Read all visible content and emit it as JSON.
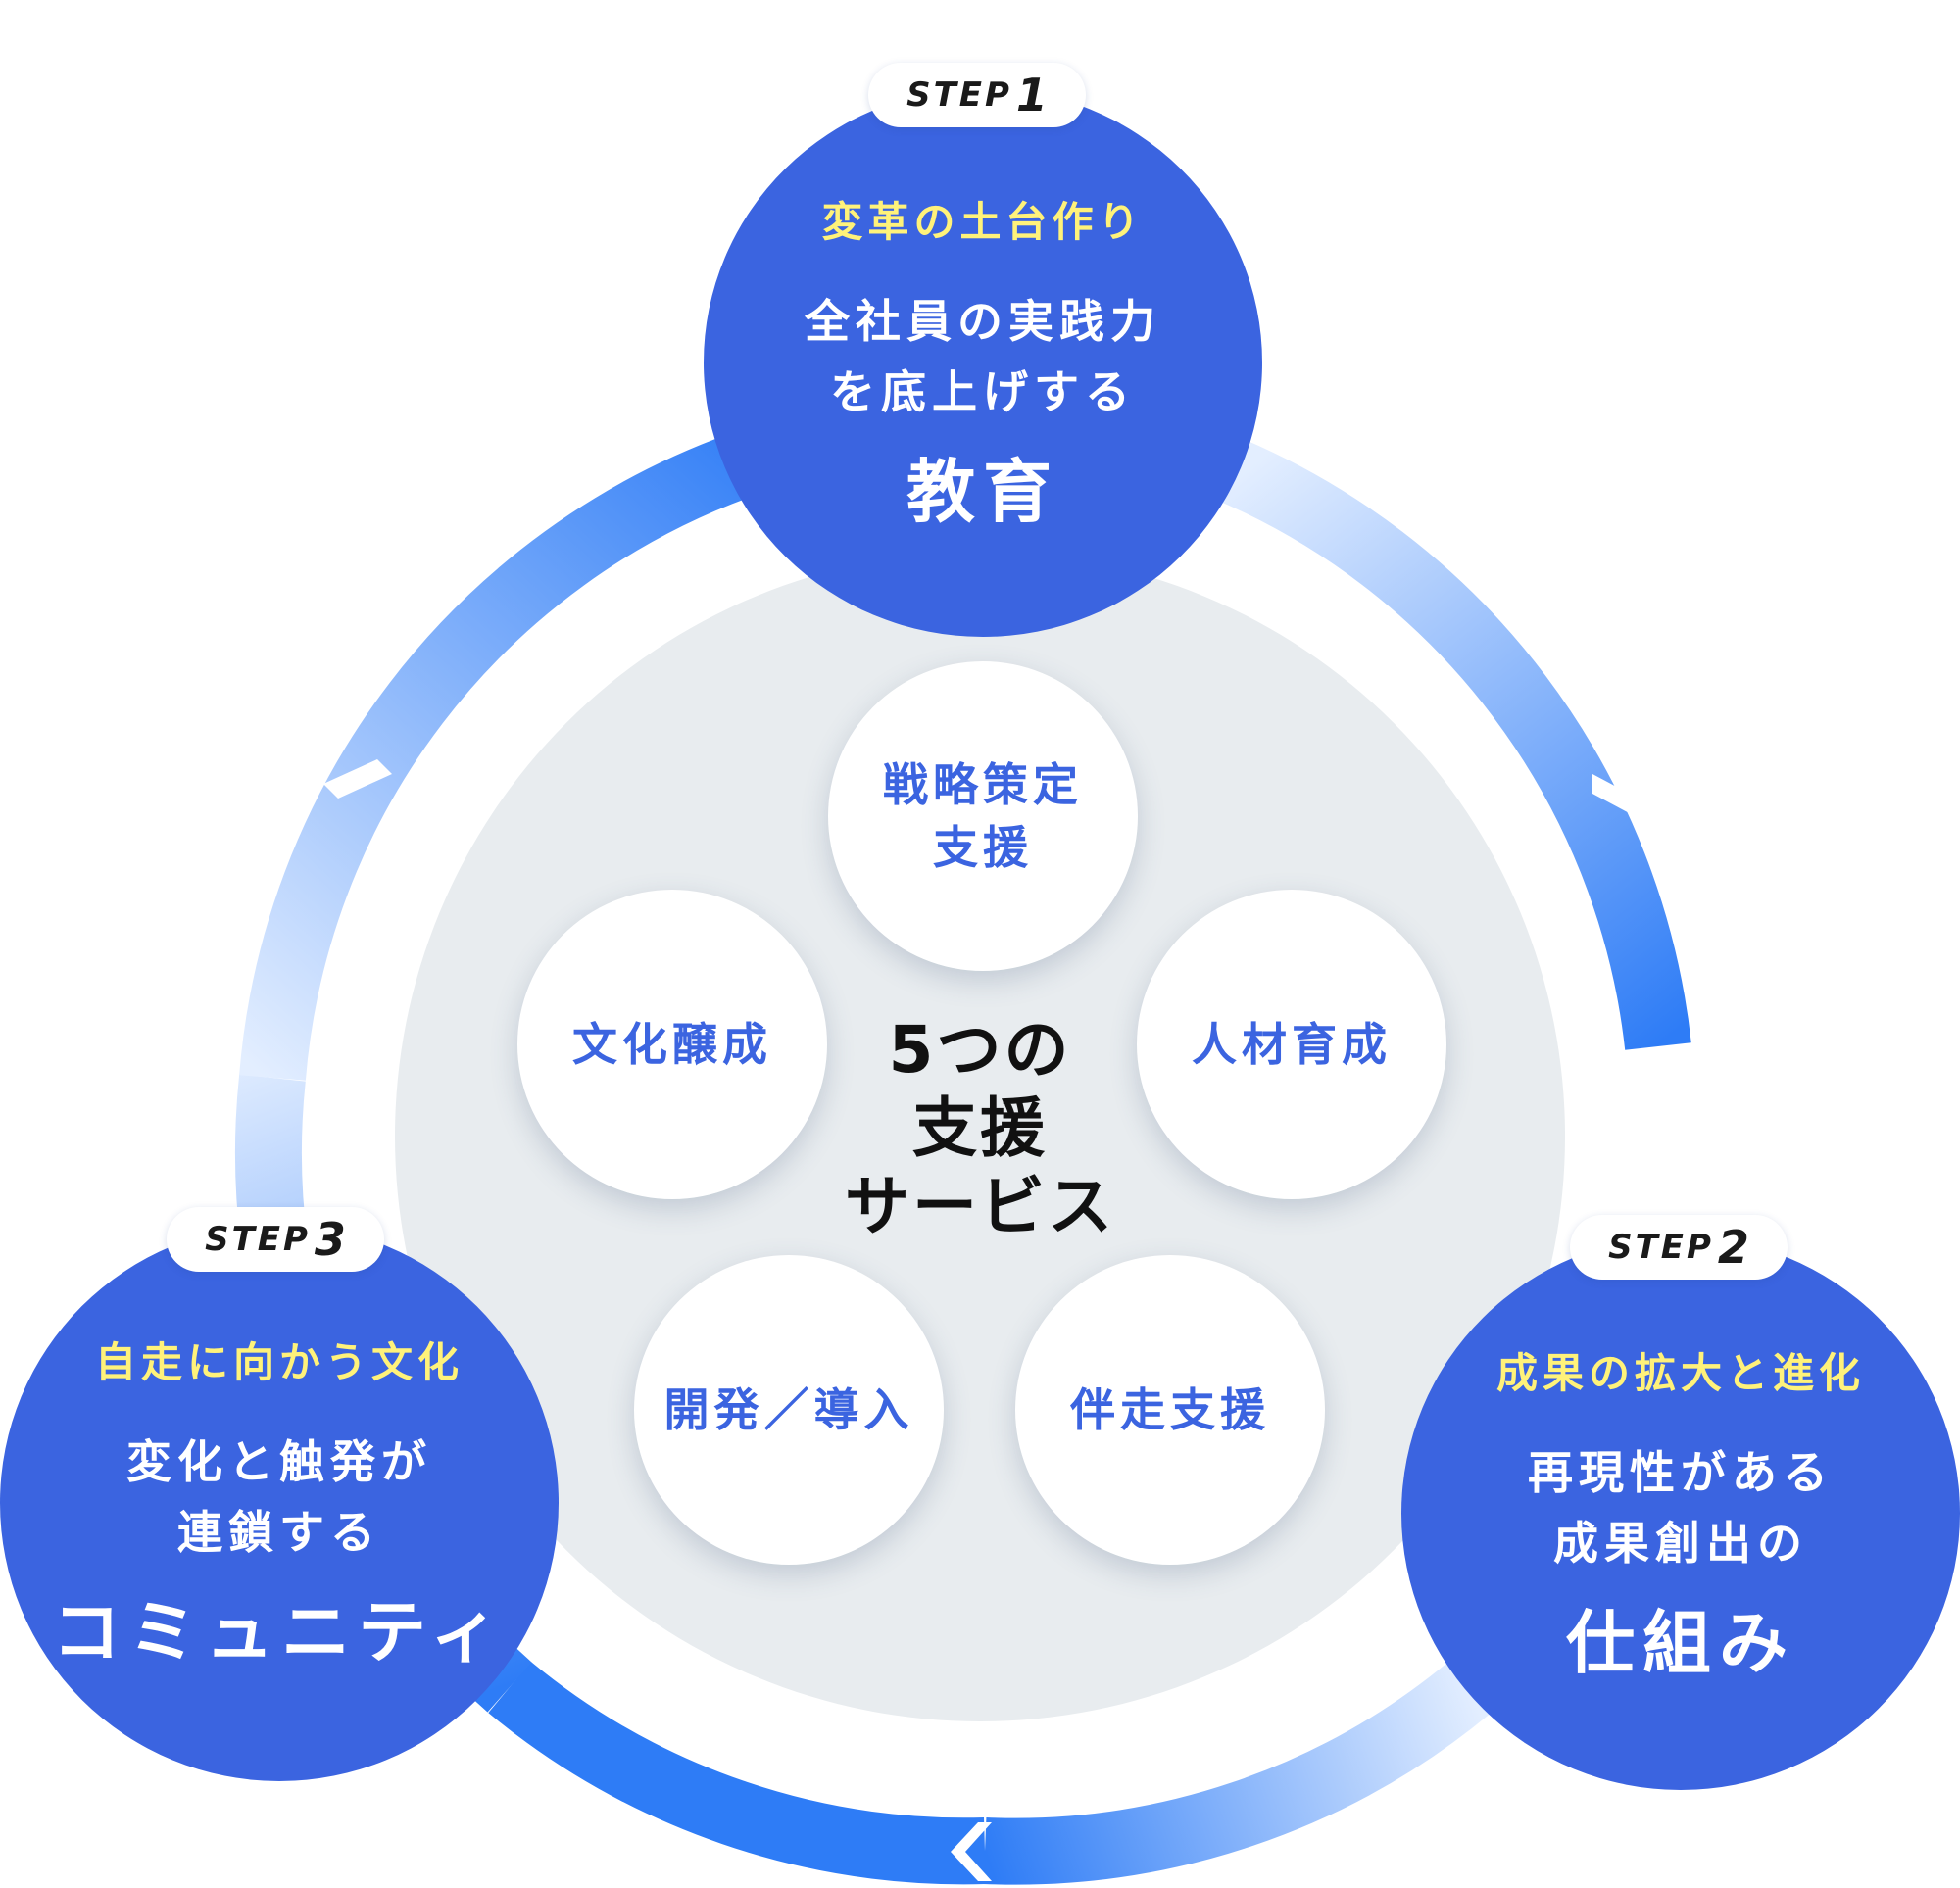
{
  "colors": {
    "step_circle": "#3b64e0",
    "step_subtitle": "#fff27a",
    "ring_dark": "#2e7cf6",
    "ring_light": "#e3eeff",
    "inner_disc": "#e8ecef",
    "service_text": "#3b64e0",
    "center_text": "#111111"
  },
  "center": {
    "title": "5つの\n支援\nサービス"
  },
  "steps": [
    {
      "step_word": "STEP",
      "step_num": "1",
      "subtitle": "変革の土台作り",
      "desc_1": "全社員の実践力",
      "desc_2": "を底上げする",
      "main": "教育"
    },
    {
      "step_word": "STEP",
      "step_num": "2",
      "subtitle": "成果の拡大と進化",
      "desc_1": "再現性がある",
      "desc_2": "成果創出の",
      "main": "仕組み"
    },
    {
      "step_word": "STEP",
      "step_num": "3",
      "subtitle": "自走に向かう文化",
      "desc_1": "変化と触発が",
      "desc_2": "連鎖する",
      "main": "コミュニティ"
    }
  ],
  "services": [
    {
      "label": "戦略策定\n支援"
    },
    {
      "label": "人材育成"
    },
    {
      "label": "伴走支援"
    },
    {
      "label": "開発／導入"
    },
    {
      "label": "文化醸成"
    }
  ]
}
